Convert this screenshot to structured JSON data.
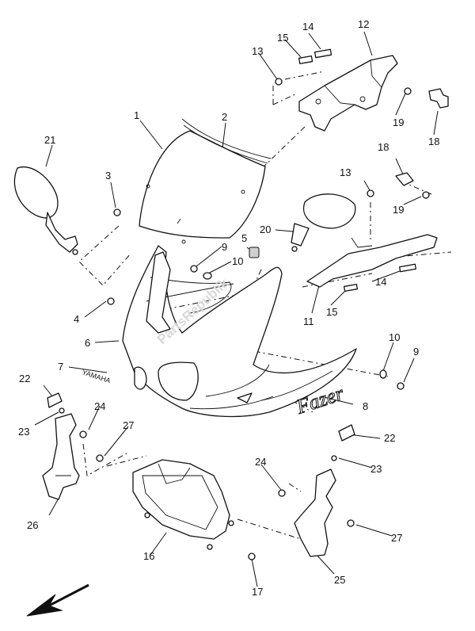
{
  "diagram": {
    "callouts": [
      "1",
      "2",
      "3",
      "4",
      "5",
      "6",
      "7",
      "8",
      "9",
      "10",
      "9",
      "10",
      "11",
      "12",
      "13",
      "13",
      "14",
      "14",
      "15",
      "15",
      "16",
      "17",
      "18",
      "18",
      "19",
      "19",
      "20",
      "21",
      "22",
      "22",
      "23",
      "23",
      "24",
      "24",
      "25",
      "26",
      "27",
      "27"
    ],
    "watermark": "PartsRepublik",
    "fairing_text": "YAMAHA",
    "badge_text": "Fazer"
  }
}
